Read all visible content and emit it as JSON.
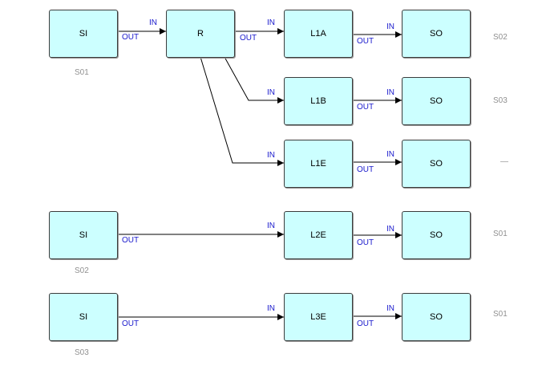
{
  "colors": {
    "node_fill": "#ccffff",
    "port_text": "#1a1acc",
    "caption_text": "#909090",
    "wire": "#000000"
  },
  "ports": {
    "in": "IN",
    "out": "OUT"
  },
  "nodes": {
    "si1": "SI",
    "r": "R",
    "l1a": "L1A",
    "so1": "SO",
    "l1b": "L1B",
    "so2": "SO",
    "l1e": "L1E",
    "so3": "SO",
    "si2": "SI",
    "l2e": "L2E",
    "so4": "SO",
    "si3": "SI",
    "l3e": "L3E",
    "so5": "SO"
  },
  "captions": {
    "si1": "S01",
    "si2": "S02",
    "si3": "S03",
    "row1": "S02",
    "row2": "S03",
    "row3": "—",
    "row4": "S01",
    "row5": "S01"
  }
}
